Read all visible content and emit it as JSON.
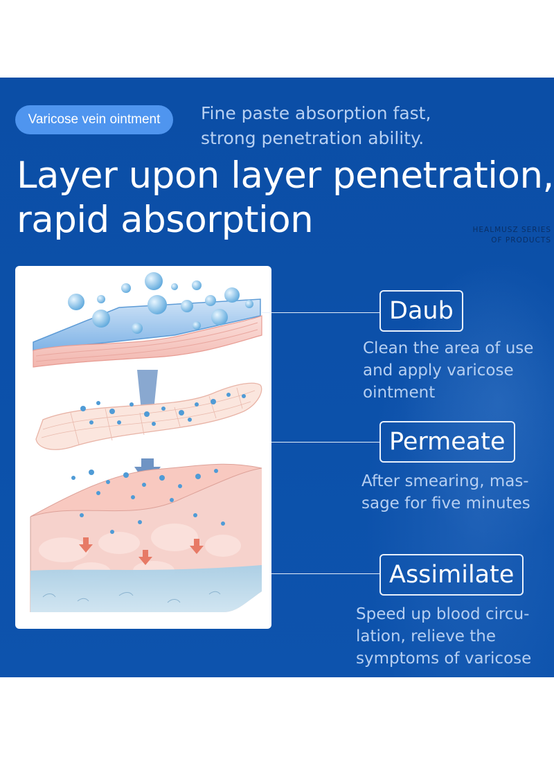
{
  "badge": "Varicose vein ointment",
  "subheading": {
    "line1": "Fine paste absorption fast,",
    "line2": "strong penetration ability."
  },
  "headline": {
    "line1": "Layer upon layer penetration,",
    "line2": "rapid absorption"
  },
  "series_note": {
    "line1": "HEALMUSZ SERIES",
    "line2": "OF PRODUCTS"
  },
  "steps": [
    {
      "title": "Daub",
      "desc": [
        "Clean the area of use",
        "and apply varicose",
        "ointment"
      ]
    },
    {
      "title": "Permeate",
      "desc": [
        "After smearing, mas-",
        "sage for five minutes"
      ]
    },
    {
      "title": "Assimilate",
      "desc": [
        "Speed up blood circu-",
        "lation, relieve the",
        "symptoms of varicose"
      ]
    }
  ],
  "colors": {
    "background": "#0c4fa6",
    "badge": "#4f95ef",
    "subtext": "#b7d0f2"
  }
}
